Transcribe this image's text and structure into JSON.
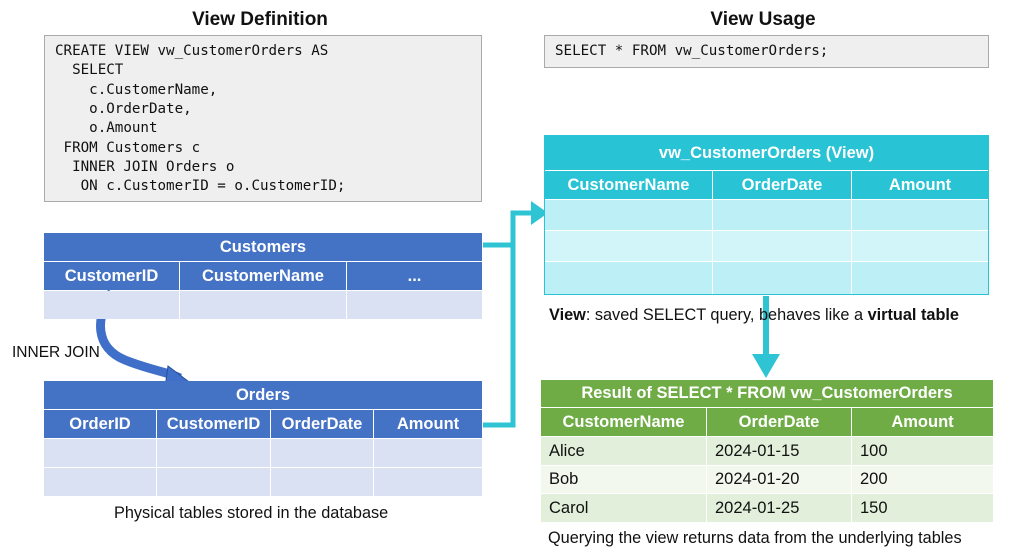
{
  "left": {
    "heading": "View Definition",
    "code_lines": [
      "CREATE VIEW vw_CustomerOrders AS",
      "  SELECT",
      "    c.CustomerName,",
      "    o.OrderDate,",
      "    o.Amount",
      " FROM Customers c",
      "  INNER JOIN Orders o",
      "   ON c.CustomerID = o.CustomerID;"
    ],
    "customers": {
      "title": "Customers",
      "columns": [
        "CustomerID",
        "CustomerName",
        "..."
      ]
    },
    "join_label": "INNER JOIN",
    "orders": {
      "title": "Orders",
      "columns": [
        "OrderID",
        "CustomerID",
        "OrderDate",
        "Amount"
      ]
    },
    "caption": "Physical tables stored in the database"
  },
  "right": {
    "heading": "View Usage",
    "query": "SELECT * FROM vw_CustomerOrders;",
    "view_table": {
      "title": "vw_CustomerOrders (View)",
      "columns": [
        "CustomerName",
        "OrderDate",
        "Amount"
      ]
    },
    "view_caption": {
      "bold1": "View",
      "mid": ": saved SELECT query, behaves like a ",
      "bold2": "virtual table"
    },
    "result": {
      "title": "Result of SELECT * FROM vw_CustomerOrders",
      "columns": [
        "CustomerName",
        "OrderDate",
        "Amount"
      ],
      "rows": [
        [
          "Alice",
          "2024-01-15",
          "100"
        ],
        [
          "Bob",
          "2024-01-20",
          "200"
        ],
        [
          "Carol",
          "2024-01-25",
          "150"
        ]
      ]
    },
    "result_caption": "Querying the view returns data from the underlying tables"
  },
  "colors": {
    "blue_header": "#4472c4",
    "blue_cell": "#d9e1f2",
    "teal_header": "#29c3d6",
    "teal_cell": "#bdf0f6",
    "teal_arrow": "#2fc4d4",
    "green_header": "#6fac46",
    "green_row_a": "#e2efda",
    "green_row_b": "#f3f8ef",
    "arrow_blue": "#3f6fc8"
  }
}
